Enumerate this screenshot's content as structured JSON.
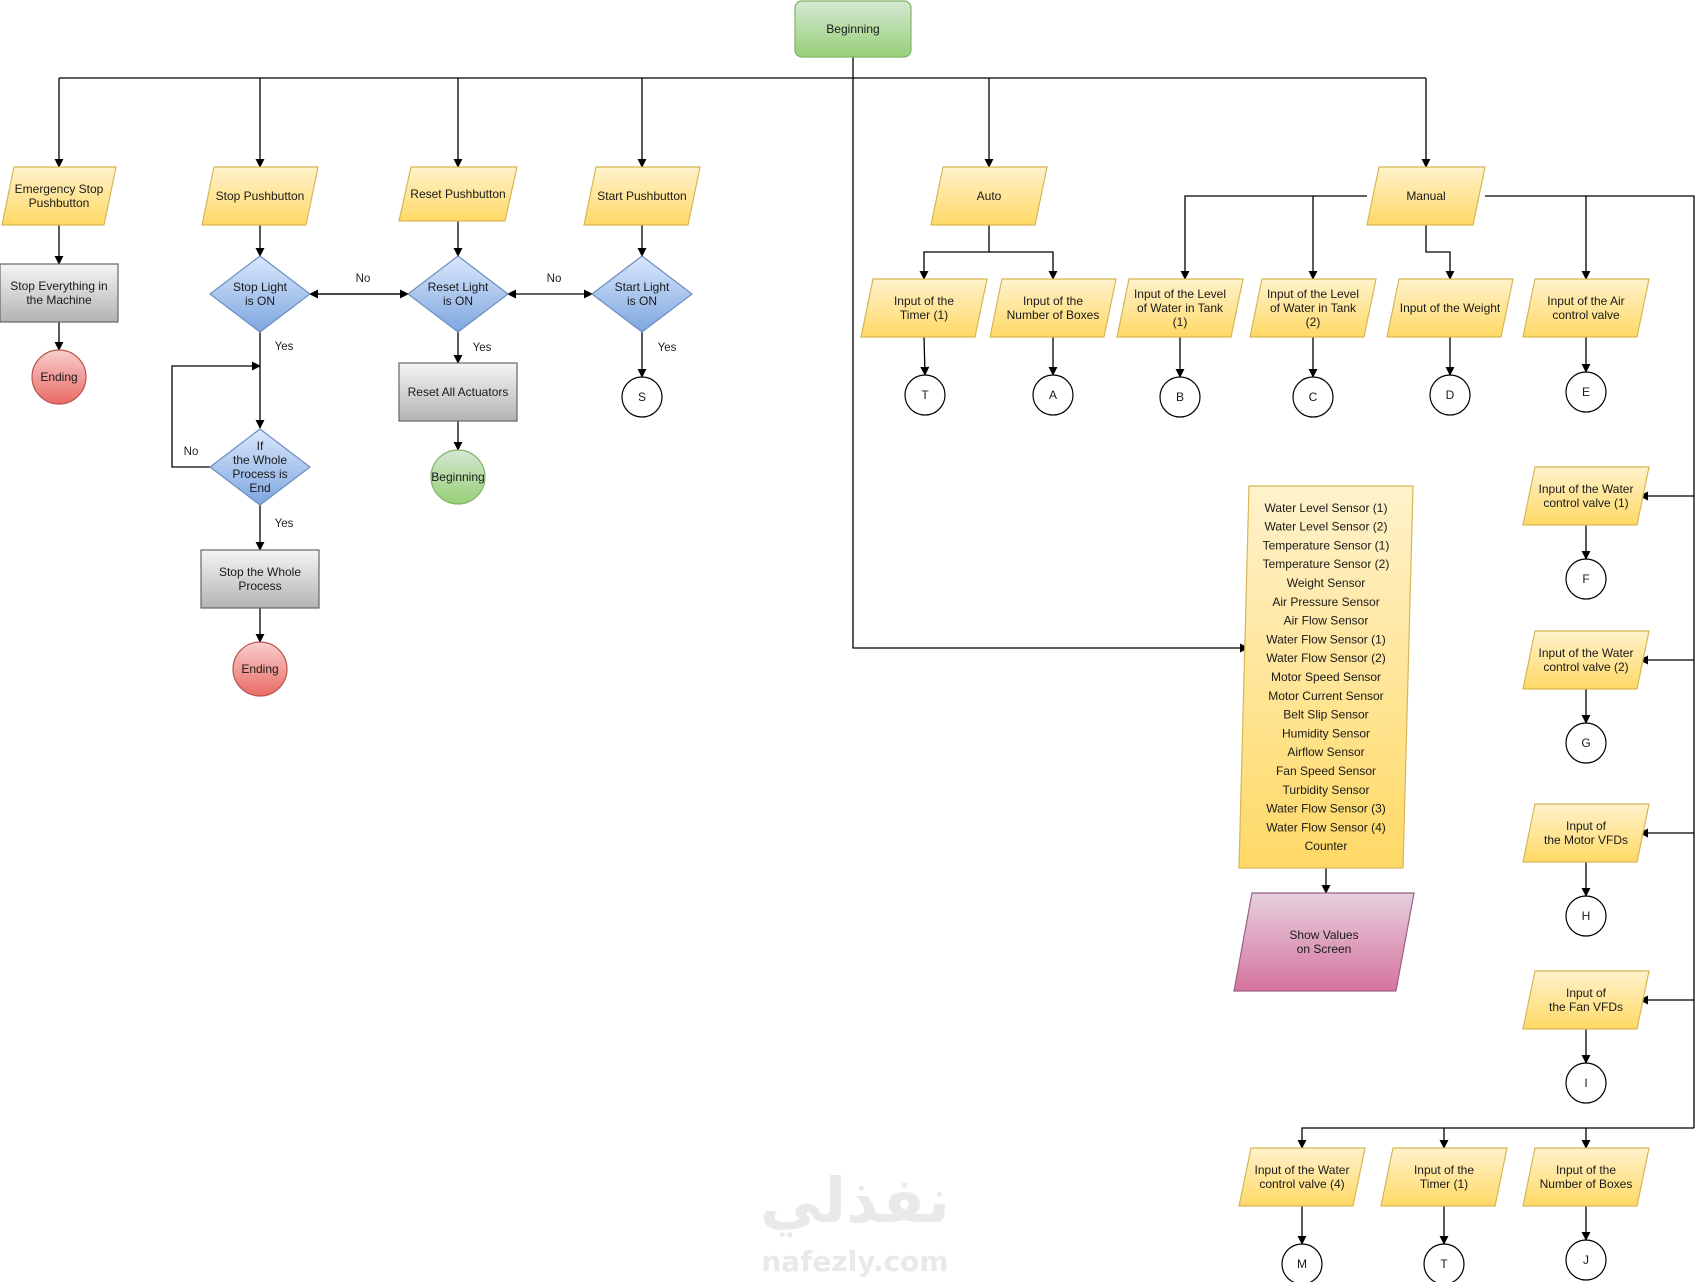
{
  "colors": {
    "io_fill_top": "#fff2cc",
    "io_fill_bottom": "#ffd966",
    "io_stroke": "#d6b656",
    "decision_fill_top": "#dae8fc",
    "decision_fill_bottom": "#7ea6e0",
    "decision_stroke": "#6c8ebf",
    "process_fill_top": "#f5f5f5",
    "process_fill_bottom": "#b3b3b3",
    "process_stroke": "#666666",
    "start_fill_top": "#d5e8d4",
    "start_fill_bottom": "#97d077",
    "start_stroke": "#82b366",
    "end_fill_top": "#f8cecc",
    "end_fill_bottom": "#ea6b66",
    "end_stroke": "#b85450",
    "display_fill_top": "#e6d0de",
    "display_fill_bottom": "#d5739d",
    "display_stroke": "#996185"
  },
  "nodes": {
    "begin": "Beginning",
    "emergency": "Emergency Stop\nPushbutton",
    "stop_everything": "Stop Everything in\nthe Machine",
    "end_1": "Ending",
    "stop_pb": "Stop Pushbutton",
    "stop_light": "Stop Light\nis ON",
    "whole_process": "If\nthe Whole\nProcess is\nEnd",
    "stop_whole": "Stop the Whole\nProcess",
    "end_2": "Ending",
    "reset_pb": "Reset Pushbutton",
    "reset_light": "Reset Light\nis ON",
    "reset_actuators": "Reset All Actuators",
    "begin_2": "Beginning",
    "start_pb": "Start Pushbutton",
    "start_light": "Start Light\nis ON",
    "conn_s": "S",
    "auto": "Auto",
    "auto_timer": "Input of the\nTimer (1)",
    "auto_boxes": "Input of the\nNumber of Boxes",
    "conn_t1": "T",
    "conn_a": "A",
    "manual": "Manual",
    "level1": "Input of the Level\nof Water in Tank\n(1)",
    "level2": "Input of the Level\nof Water in Tank\n(2)",
    "weight": "Input of the Weight",
    "air_valve": "Input of the Air\ncontrol valve",
    "conn_b": "B",
    "conn_c": "C",
    "conn_d": "D",
    "conn_e": "E",
    "sensors": "Water Level Sensor (1)\nWater Level Sensor (2)\nTemperature Sensor (1)\nTemperature Sensor (2)\nWeight Sensor\nAir Pressure Sensor\nAir Flow Sensor\nWater Flow Sensor (1)\nWater Flow Sensor (2)\nMotor Speed Sensor\nMotor Current Sensor\nBelt Slip Sensor\nHumidity Sensor\nAirflow Sensor\nFan Speed Sensor\nTurbidity Sensor\nWater Flow Sensor (3)\nWater Flow Sensor (4)\nCounter",
    "show_values": "Show Values\non Screen",
    "water_valve1": "Input of the Water\ncontrol valve (1)",
    "conn_f": "F",
    "water_valve2": "Input of the Water\ncontrol valve (2)",
    "conn_g": "G",
    "motor_vfd": "Input of\nthe Motor VFDs",
    "conn_h": "H",
    "fan_vfd": "Input of\nthe Fan VFDs",
    "conn_i": "I",
    "water_valve4": "Input of the Water\ncontrol valve (4)",
    "man_timer": "Input of the\nTimer (1)",
    "man_boxes": "Input of the\nNumber of Boxes",
    "conn_m": "M",
    "conn_t2": "T",
    "conn_j": "J"
  },
  "edge_labels": {
    "no": "No",
    "yes": "Yes"
  },
  "watermark": {
    "arabic": "نفذلي",
    "latin": "nafezly.com"
  }
}
